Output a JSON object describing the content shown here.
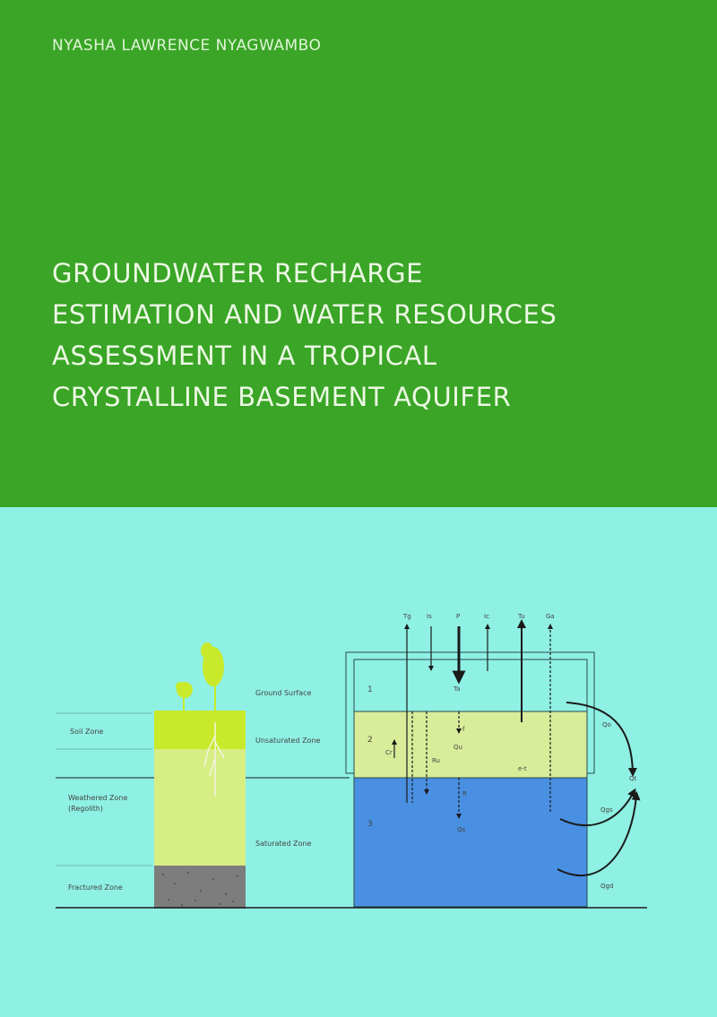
{
  "cover": {
    "author": "NYASHA LAWRENCE NYAGWAMBO",
    "title_lines": [
      "GROUNDWATER RECHARGE",
      "ESTIMATION AND WATER RESOURCES",
      "ASSESSMENT IN A TROPICAL",
      "CRYSTALLINE BASEMENT AQUIFER"
    ]
  },
  "colors": {
    "top_band": "#3aa526",
    "bottom_band": "#8ff0e4",
    "soil_zone": "#c8ea2a",
    "weathered_zone": "#d7ee85",
    "fractured_zone": "#7d7d7d",
    "unsaturated_box": "#d8ec9a",
    "saturated_box": "#4a90e2"
  },
  "diagram": {
    "profile_labels": {
      "soil_zone": "Soil Zone",
      "weathered_zone": "Weathered Zone",
      "regolith": "(Regolith)",
      "fractured_zone": "Fractured Zone"
    },
    "middle_labels": {
      "ground_surface": "Ground Surface",
      "unsaturated_zone": "Unsaturated Zone",
      "saturated_zone": "Saturated Zone"
    },
    "box_numbers": {
      "one": "1",
      "two": "2",
      "three": "3"
    },
    "flux_labels": {
      "tg": "Tg",
      "is": "Is",
      "p": "P",
      "ic": "Ic",
      "tu": "Tu",
      "ga": "Ga",
      "ta": "Ta",
      "f": "f",
      "cr": "Cr",
      "ru": "Ru",
      "qu": "Qu",
      "r": "R",
      "eb": "e-t",
      "qs": "Qs",
      "q_out1": "Qo",
      "q_sum": "Qt",
      "q_out2": "Qgs",
      "q_out3": "Qgd"
    }
  }
}
